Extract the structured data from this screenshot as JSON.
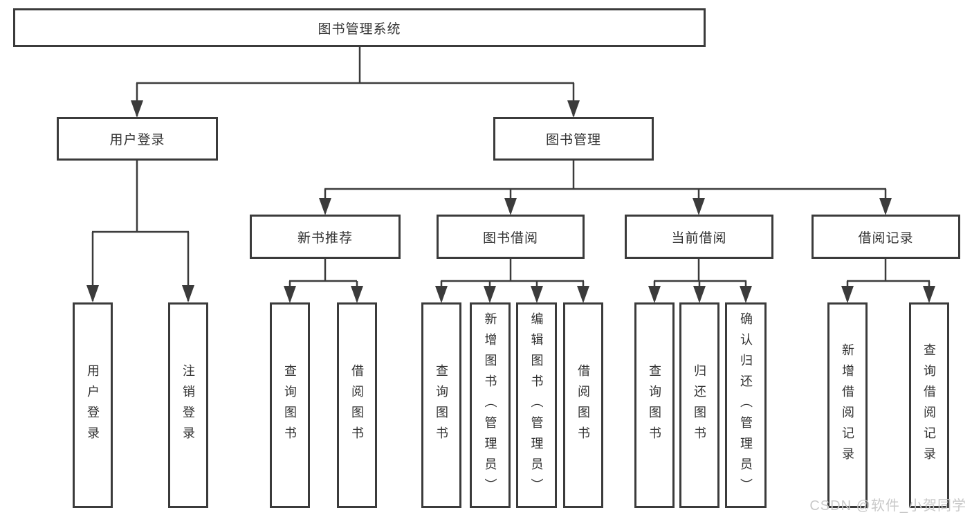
{
  "diagram": {
    "nodes": {
      "root": {
        "label": "图书管理系统"
      },
      "user_login": {
        "label": "用户登录"
      },
      "book_mgmt": {
        "label": "图书管理"
      },
      "new_book": {
        "label": "新书推荐"
      },
      "borrow": {
        "label": "图书借阅"
      },
      "current": {
        "label": "当前借阅"
      },
      "records": {
        "label": "借阅记录"
      }
    },
    "leaves": {
      "user_login": [
        "用户登录",
        "注销登录"
      ],
      "new_book": [
        "查询图书",
        "借阅图书"
      ],
      "borrow": [
        "查询图书",
        "新增图书（管理员）",
        "编辑图书（管理员）",
        "借阅图书"
      ],
      "current": [
        "查询图书",
        "归还图书",
        "确认归还（管理员）"
      ],
      "records": [
        "新增借阅记录",
        "查询借阅记录"
      ]
    },
    "watermark": "CSDN @软件_小贺同学",
    "colors": {
      "line": "#3b3b3b",
      "border": "#3b3b3b",
      "text": "#333333",
      "watermark": "#c9c9c9",
      "background": "#ffffff"
    }
  }
}
